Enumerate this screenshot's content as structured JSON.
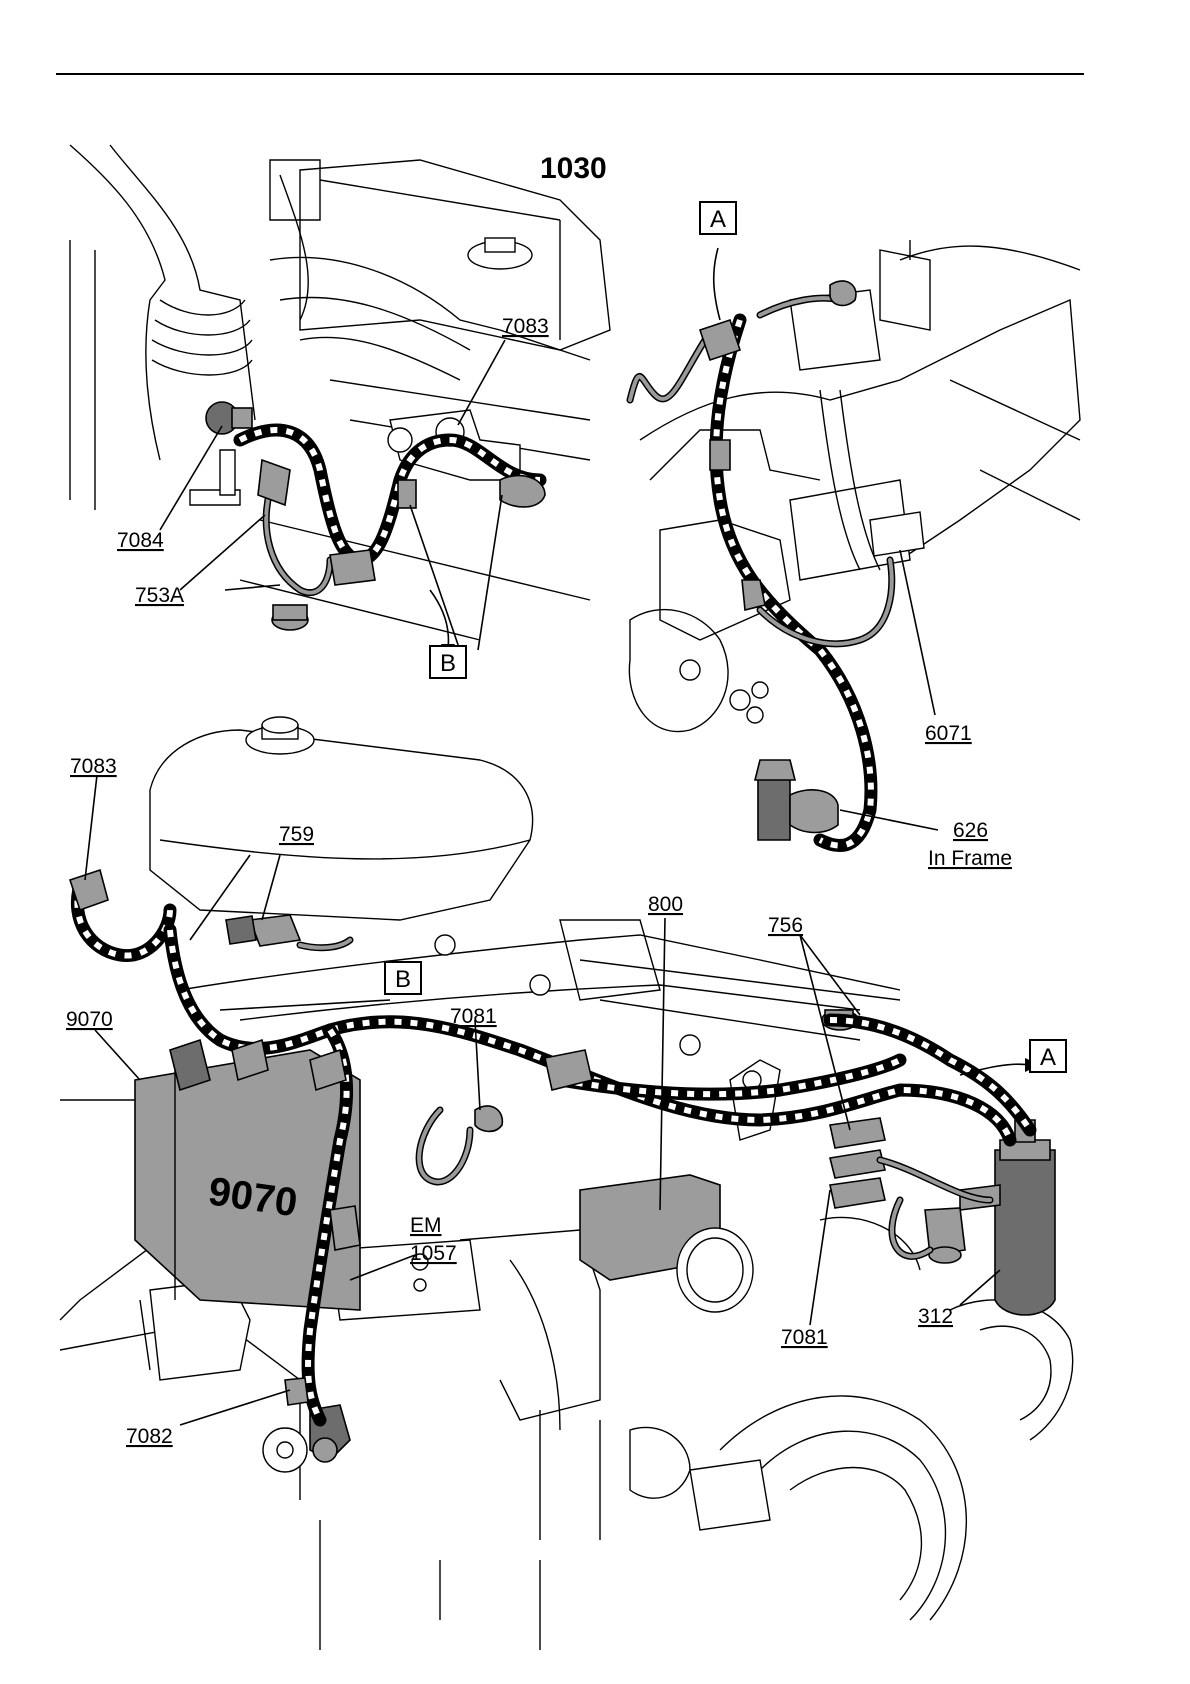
{
  "title": "1030",
  "refs": {
    "A": "A",
    "B": "B"
  },
  "labels": {
    "l7083_top": "7083",
    "l7084": "7084",
    "l753A": "753A",
    "l6071": "6071",
    "l626": "626",
    "l626_sub": "In Frame",
    "l7083_left": "7083",
    "l759": "759",
    "l800": "800",
    "l756": "756",
    "l9070": "9070",
    "l7081_top": "7081",
    "l9070_module": "9070",
    "lEM": "EM",
    "l1057": "1057",
    "l312": "312",
    "l7081_bottom": "7081",
    "l7082": "7082"
  }
}
